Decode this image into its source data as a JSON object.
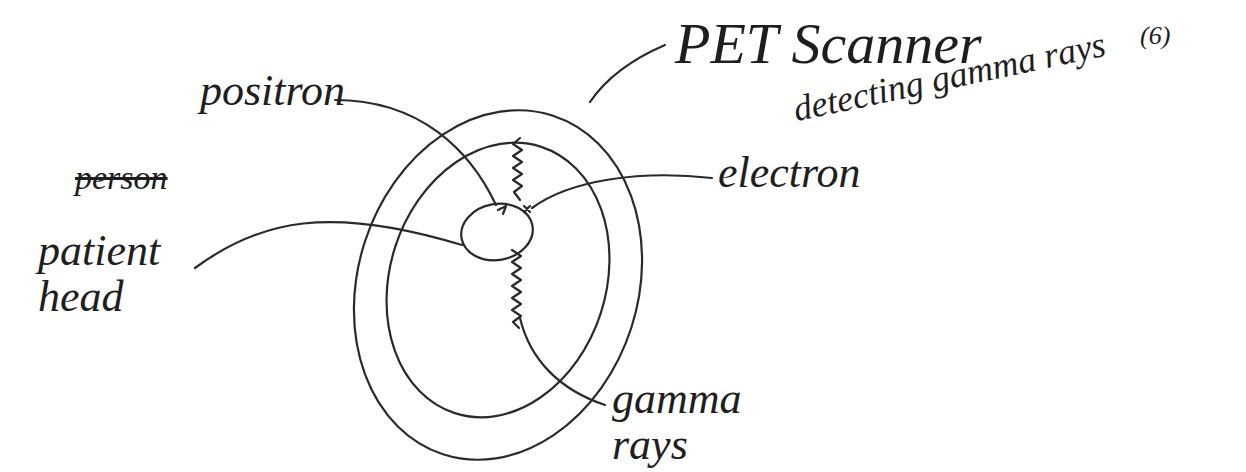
{
  "diagram": {
    "labels": [
      "(6)",
      "PET Scanner",
      "detecting gamma rays",
      "positron",
      "electron",
      "person",
      "patient head",
      "gamma rays"
    ]
  }
}
